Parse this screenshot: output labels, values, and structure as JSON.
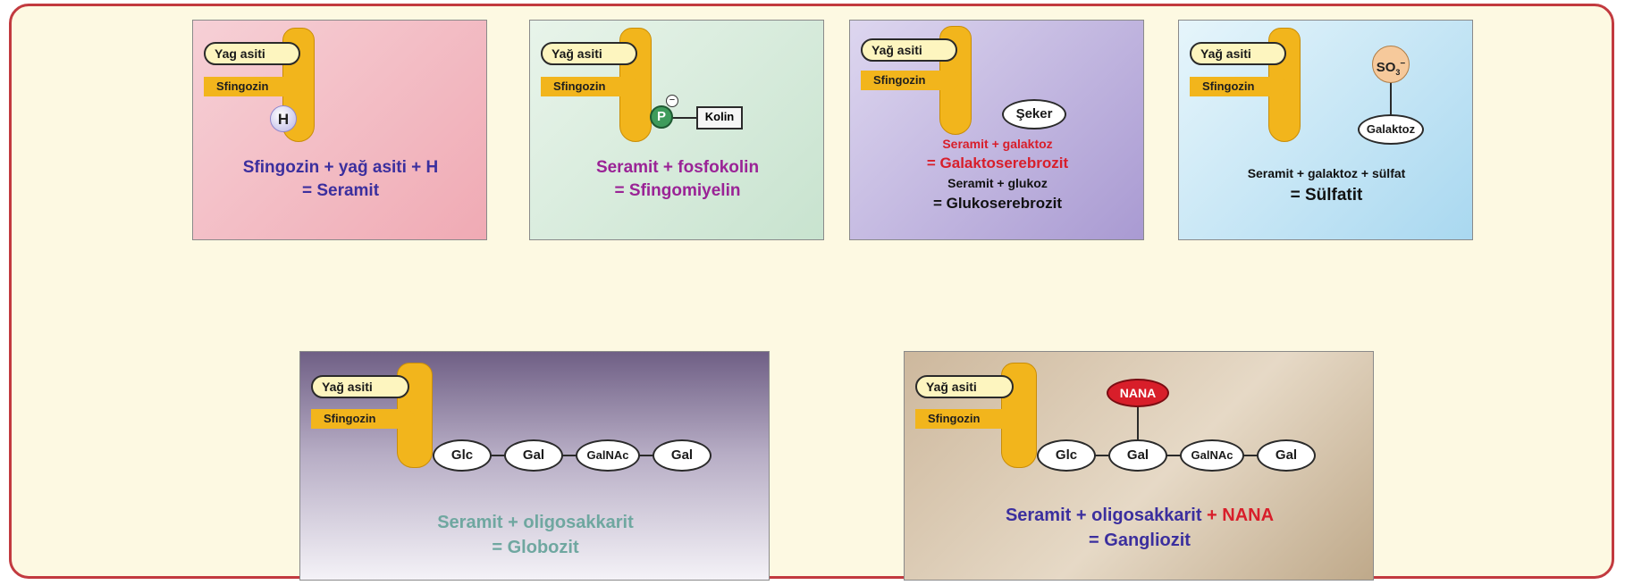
{
  "panels": {
    "ceramide": {
      "fatty_acid": "Yag asiti",
      "sphingosine": "Sfingozin",
      "h_group": "H",
      "caption_line1": "Sfingozin + yağ asiti + H",
      "caption_line2": "= Seramit"
    },
    "sphingomyelin": {
      "fatty_acid": "Yağ asiti",
      "sphingosine": "Sfingozin",
      "phosphate": "P",
      "charge": "−",
      "choline": "Kolin",
      "caption_line1": "Seramit + fosfokolin",
      "caption_line2": "= Sfingomiyelin"
    },
    "cerebroside": {
      "fatty_acid": "Yağ asiti",
      "sphingosine": "Sfingozin",
      "sugar": "Şeker",
      "caption_line1": "Seramit + galaktoz",
      "caption_line2": "= Galaktoserebrozit",
      "caption_line3": "Seramit + glukoz",
      "caption_line4": "= Glukoserebrozit"
    },
    "sulfatide": {
      "fatty_acid": "Yağ asiti",
      "sphingosine": "Sfingozin",
      "sulfate": "SO",
      "sulfate_sub": "3",
      "sulfate_charge": "−",
      "galactose": "Galaktoz",
      "caption_line1": "Seramit + galaktoz + sülfat",
      "caption_line2": "= Sülfatit"
    },
    "globoside": {
      "fatty_acid": "Yağ asiti",
      "sphingosine": "Sfingozin",
      "sugars": [
        "Glc",
        "Gal",
        "GalNAc",
        "Gal"
      ],
      "caption_line1": "Seramit + oligosakkarit",
      "caption_line2": "= Globozit"
    },
    "ganglioside": {
      "fatty_acid": "Yağ asiti",
      "sphingosine": "Sfingozin",
      "nana": "NANA",
      "sugars": [
        "Glc",
        "Gal",
        "GalNAc",
        "Gal"
      ],
      "caption_line1a": "Seramit + oligosakkarit",
      "caption_line1b": " + NANA",
      "caption_line2": "= Gangliozit"
    }
  },
  "colors": {
    "frame_border": "#c23a3f",
    "background": "#fdf9e2",
    "sphingosine": "#f2b51c",
    "caption_blue": "#3b2f9e",
    "caption_purple": "#9a2396",
    "caption_red": "#d81e2a",
    "caption_teal": "#6fa7a0"
  }
}
